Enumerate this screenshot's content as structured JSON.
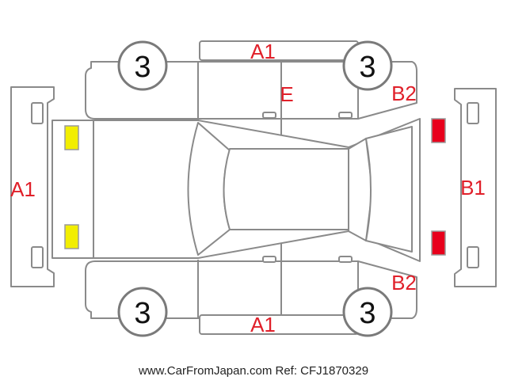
{
  "wheels": {
    "front_left": "3",
    "front_right": "3",
    "rear_left": "3",
    "rear_right": "3"
  },
  "damage_codes": {
    "roof_top": "A1",
    "roof_bottom": "A1",
    "front_bumper": "A1",
    "rear_bumper": "B1",
    "door": "E",
    "rear_quarter_top": "B2",
    "rear_quarter_bottom": "B2"
  },
  "markers": {
    "front_lights": "yellow",
    "rear_lights": "red"
  },
  "colors": {
    "code_text": "#e0202a",
    "yellow_marker": "#f2ee00",
    "red_marker": "#e8001c",
    "outline": "#8a8a8a"
  },
  "footer": {
    "watermark": "www.CarFromJapan.com Ref: CFJ1870329"
  }
}
